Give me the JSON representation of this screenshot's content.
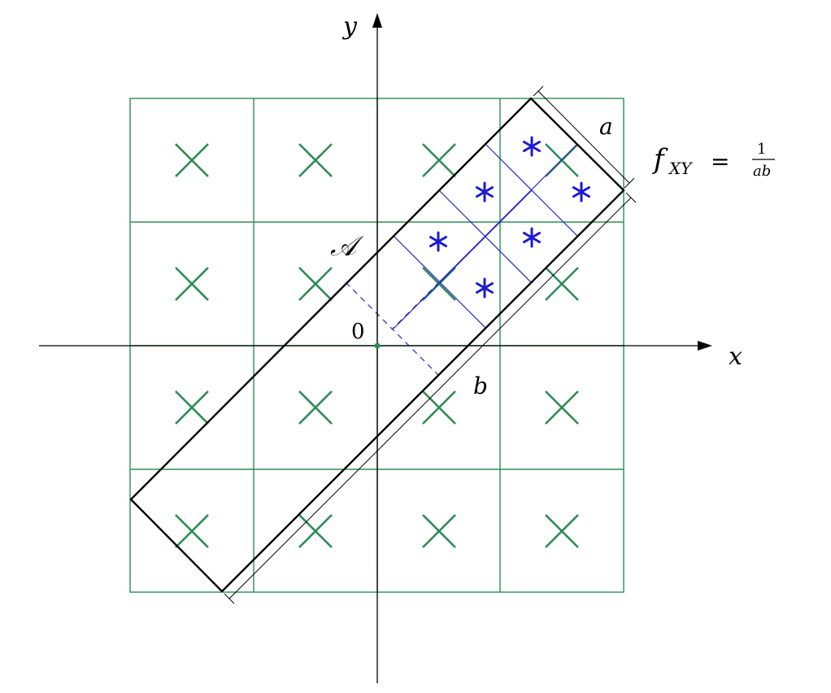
{
  "labels": {
    "x_axis": "x",
    "y_axis": "y",
    "origin": "0",
    "region": "𝒜",
    "side_a": "a",
    "side_b": "b",
    "density_lhs": "f",
    "density_sub": "XY",
    "density_eq": "=",
    "density_num": "1",
    "density_den": "ab"
  },
  "colors": {
    "grid": "#2e8b57",
    "inner_grid": "#2626c8",
    "rectangle": "#000000",
    "axis": "#000000",
    "blue_marks": "#1a1ad6",
    "green_marks": "#2e8b57"
  },
  "marks": {
    "green_cross_symbol": "×",
    "blue_star_symbol": "*"
  }
}
